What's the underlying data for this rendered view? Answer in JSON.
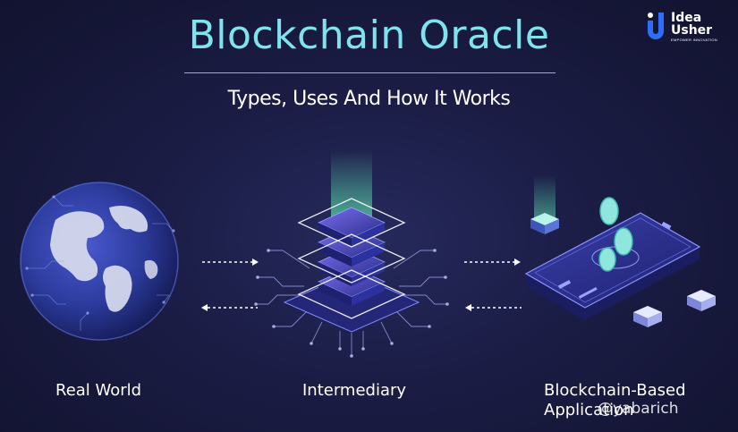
{
  "header": {
    "title": "Blockchain Oracle",
    "subtitle": "Types, Uses And How It Works"
  },
  "logo": {
    "word1": "Idea",
    "word2": "Usher",
    "tagline": "EMPOWER INNOVATION"
  },
  "captions": {
    "real_world": "Real World",
    "intermediary": "Intermediary",
    "blockchain_app": "Blockchain-Based Application"
  },
  "watermark": "@yabarich",
  "colors": {
    "accent_cyan": "#7fe3ee",
    "background": "#1a1c44",
    "globe_blue": "#2b3a9a",
    "violet": "#6b4fd6"
  },
  "icons": [
    "globe-icon",
    "server-stack-icon",
    "phone-app-icon",
    "arrow-right-icon",
    "arrow-left-icon"
  ]
}
